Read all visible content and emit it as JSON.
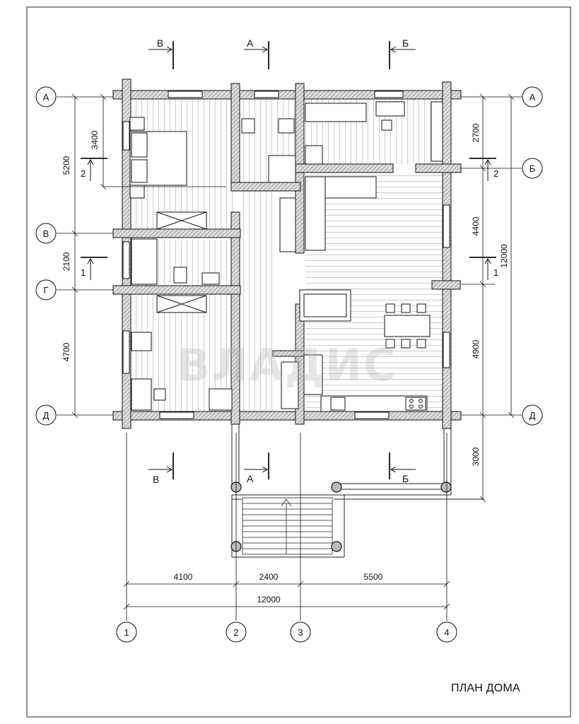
{
  "drawing": {
    "title": "ПЛАН ДОМА",
    "watermark": "ВЛАДИС"
  },
  "grid_axes": {
    "rows": [
      "А",
      "Б",
      "В",
      "Г",
      "Д"
    ],
    "columns": [
      "1",
      "2",
      "3",
      "4"
    ]
  },
  "section_marks": {
    "A": "А",
    "B": "Б",
    "V": "В",
    "one": "1",
    "two": "2"
  },
  "dimensions": {
    "bottom": [
      "4100",
      "2400",
      "5500"
    ],
    "bottom_total": "12000",
    "left": [
      "5200",
      "2100",
      "4700"
    ],
    "left_inner": "3400",
    "right": [
      "2700",
      "4400",
      "4900",
      "3000"
    ],
    "right_total": "12000"
  },
  "colors": {
    "line": "#111111",
    "wall_fill": "#d9d9d9",
    "background": "#ffffff"
  }
}
